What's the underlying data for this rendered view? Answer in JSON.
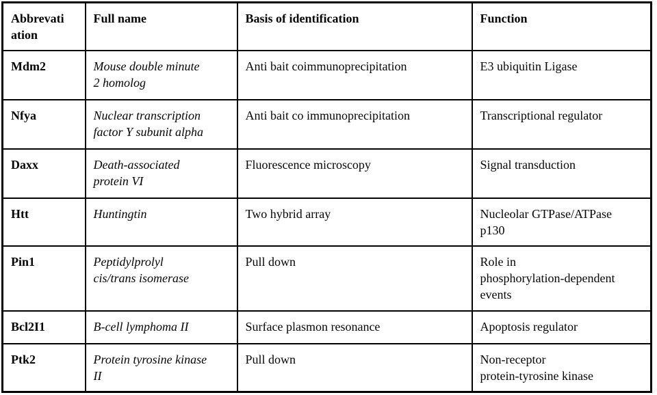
{
  "page": {
    "background_color": "#ffffff",
    "text_color": "#050505",
    "border_color": "#000000"
  },
  "table": {
    "headers": {
      "abbreviation": "Abbrevati\nation",
      "full_name": "Full name",
      "basis": "Basis of identification",
      "function": "Function"
    },
    "rows": [
      {
        "abbreviation": "Mdm2",
        "full_name": "Mouse double minute\n2 homolog",
        "basis": "Anti bait coimmunoprecipitation",
        "function": "E3 ubiquitin Ligase"
      },
      {
        "abbreviation": "Nfya",
        "full_name": "Nuclear transcription\nfactor Y subunit alpha",
        "basis": "Anti bait co immunoprecipitation",
        "function": "Transcriptional regulator"
      },
      {
        "abbreviation": "Daxx",
        "full_name": "Death-associated\nprotein VI",
        "basis": "Fluorescence microscopy",
        "function": "Signal transduction"
      },
      {
        "abbreviation": "Htt",
        "full_name": "Huntingtin",
        "basis": "Two hybrid array",
        "function": "Nucleolar GTPase/ATPase\np130"
      },
      {
        "abbreviation": "Pin1",
        "full_name": "Peptidylprolyl\ncis/trans isomerase",
        "basis": "Pull down",
        "function": "Role in\nphosphorylation-dependent\nevents"
      },
      {
        "abbreviation": "Bcl2I1",
        "full_name": "B-cell lymphoma II",
        "basis": "Surface plasmon resonance",
        "function": "Apoptosis regulator"
      },
      {
        "abbreviation": "Ptk2",
        "full_name": "Protein tyrosine kinase\nII",
        "basis": "Pull down",
        "function": "Non-receptor\nprotein-tyrosine kinase"
      }
    ]
  }
}
